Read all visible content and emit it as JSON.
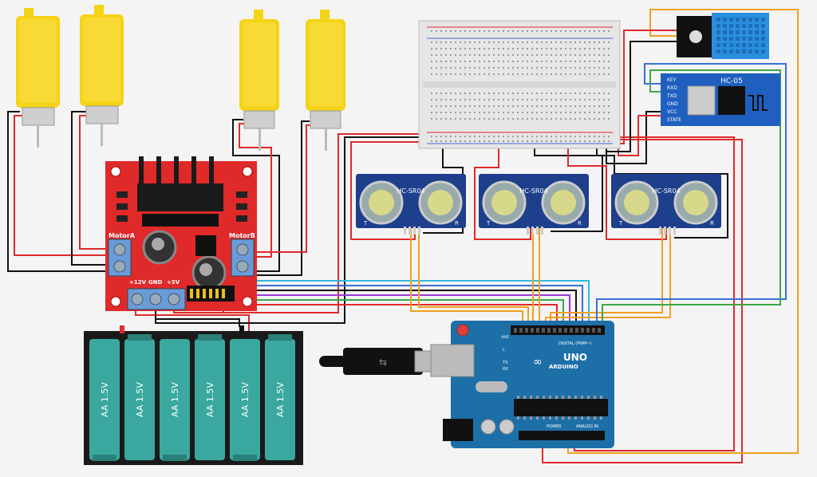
{
  "driver": {
    "motor_a_label": "MotorA",
    "motor_b_label": "MotorB",
    "v12_label": "+12V",
    "gnd_label": "GND",
    "v5_label": "+5V"
  },
  "sensors": {
    "label": "HC-SR04",
    "pin_left": "T",
    "pin_right": "R"
  },
  "bluetooth": {
    "label": "HC-05",
    "pins": [
      "KEY",
      "RXD",
      "TXD",
      "GND",
      "VCC",
      "STATE"
    ]
  },
  "arduino": {
    "brand": "ARDUINO",
    "model": "UNO",
    "digital_label": "DIGITAL (PWM~)",
    "power_label": "POWER",
    "analog_label": "ANALOG IN",
    "aref_label": "AREF",
    "tx_label": "TX",
    "rx_label": "RX",
    "l_label": "L"
  },
  "battery": {
    "cell_label": "AA 1.5V"
  },
  "colors": {
    "wire_red": "#e0292b",
    "wire_black": "#111111",
    "wire_orange": "#f0a020",
    "wire_blue": "#3a6fd8",
    "wire_green": "#3aa84a",
    "wire_purple": "#9a3ad8",
    "wire_cyan": "#30b8e0",
    "arduino_teal": "#1d6fa8",
    "driver_red": "#e02a2a",
    "motor_yellow": "#f5d316",
    "battery_teal": "#3aa89e",
    "sensor_blue": "#1d3f8c",
    "bt_blue": "#1f5fbf",
    "dht_blue": "#2b8fe0"
  }
}
